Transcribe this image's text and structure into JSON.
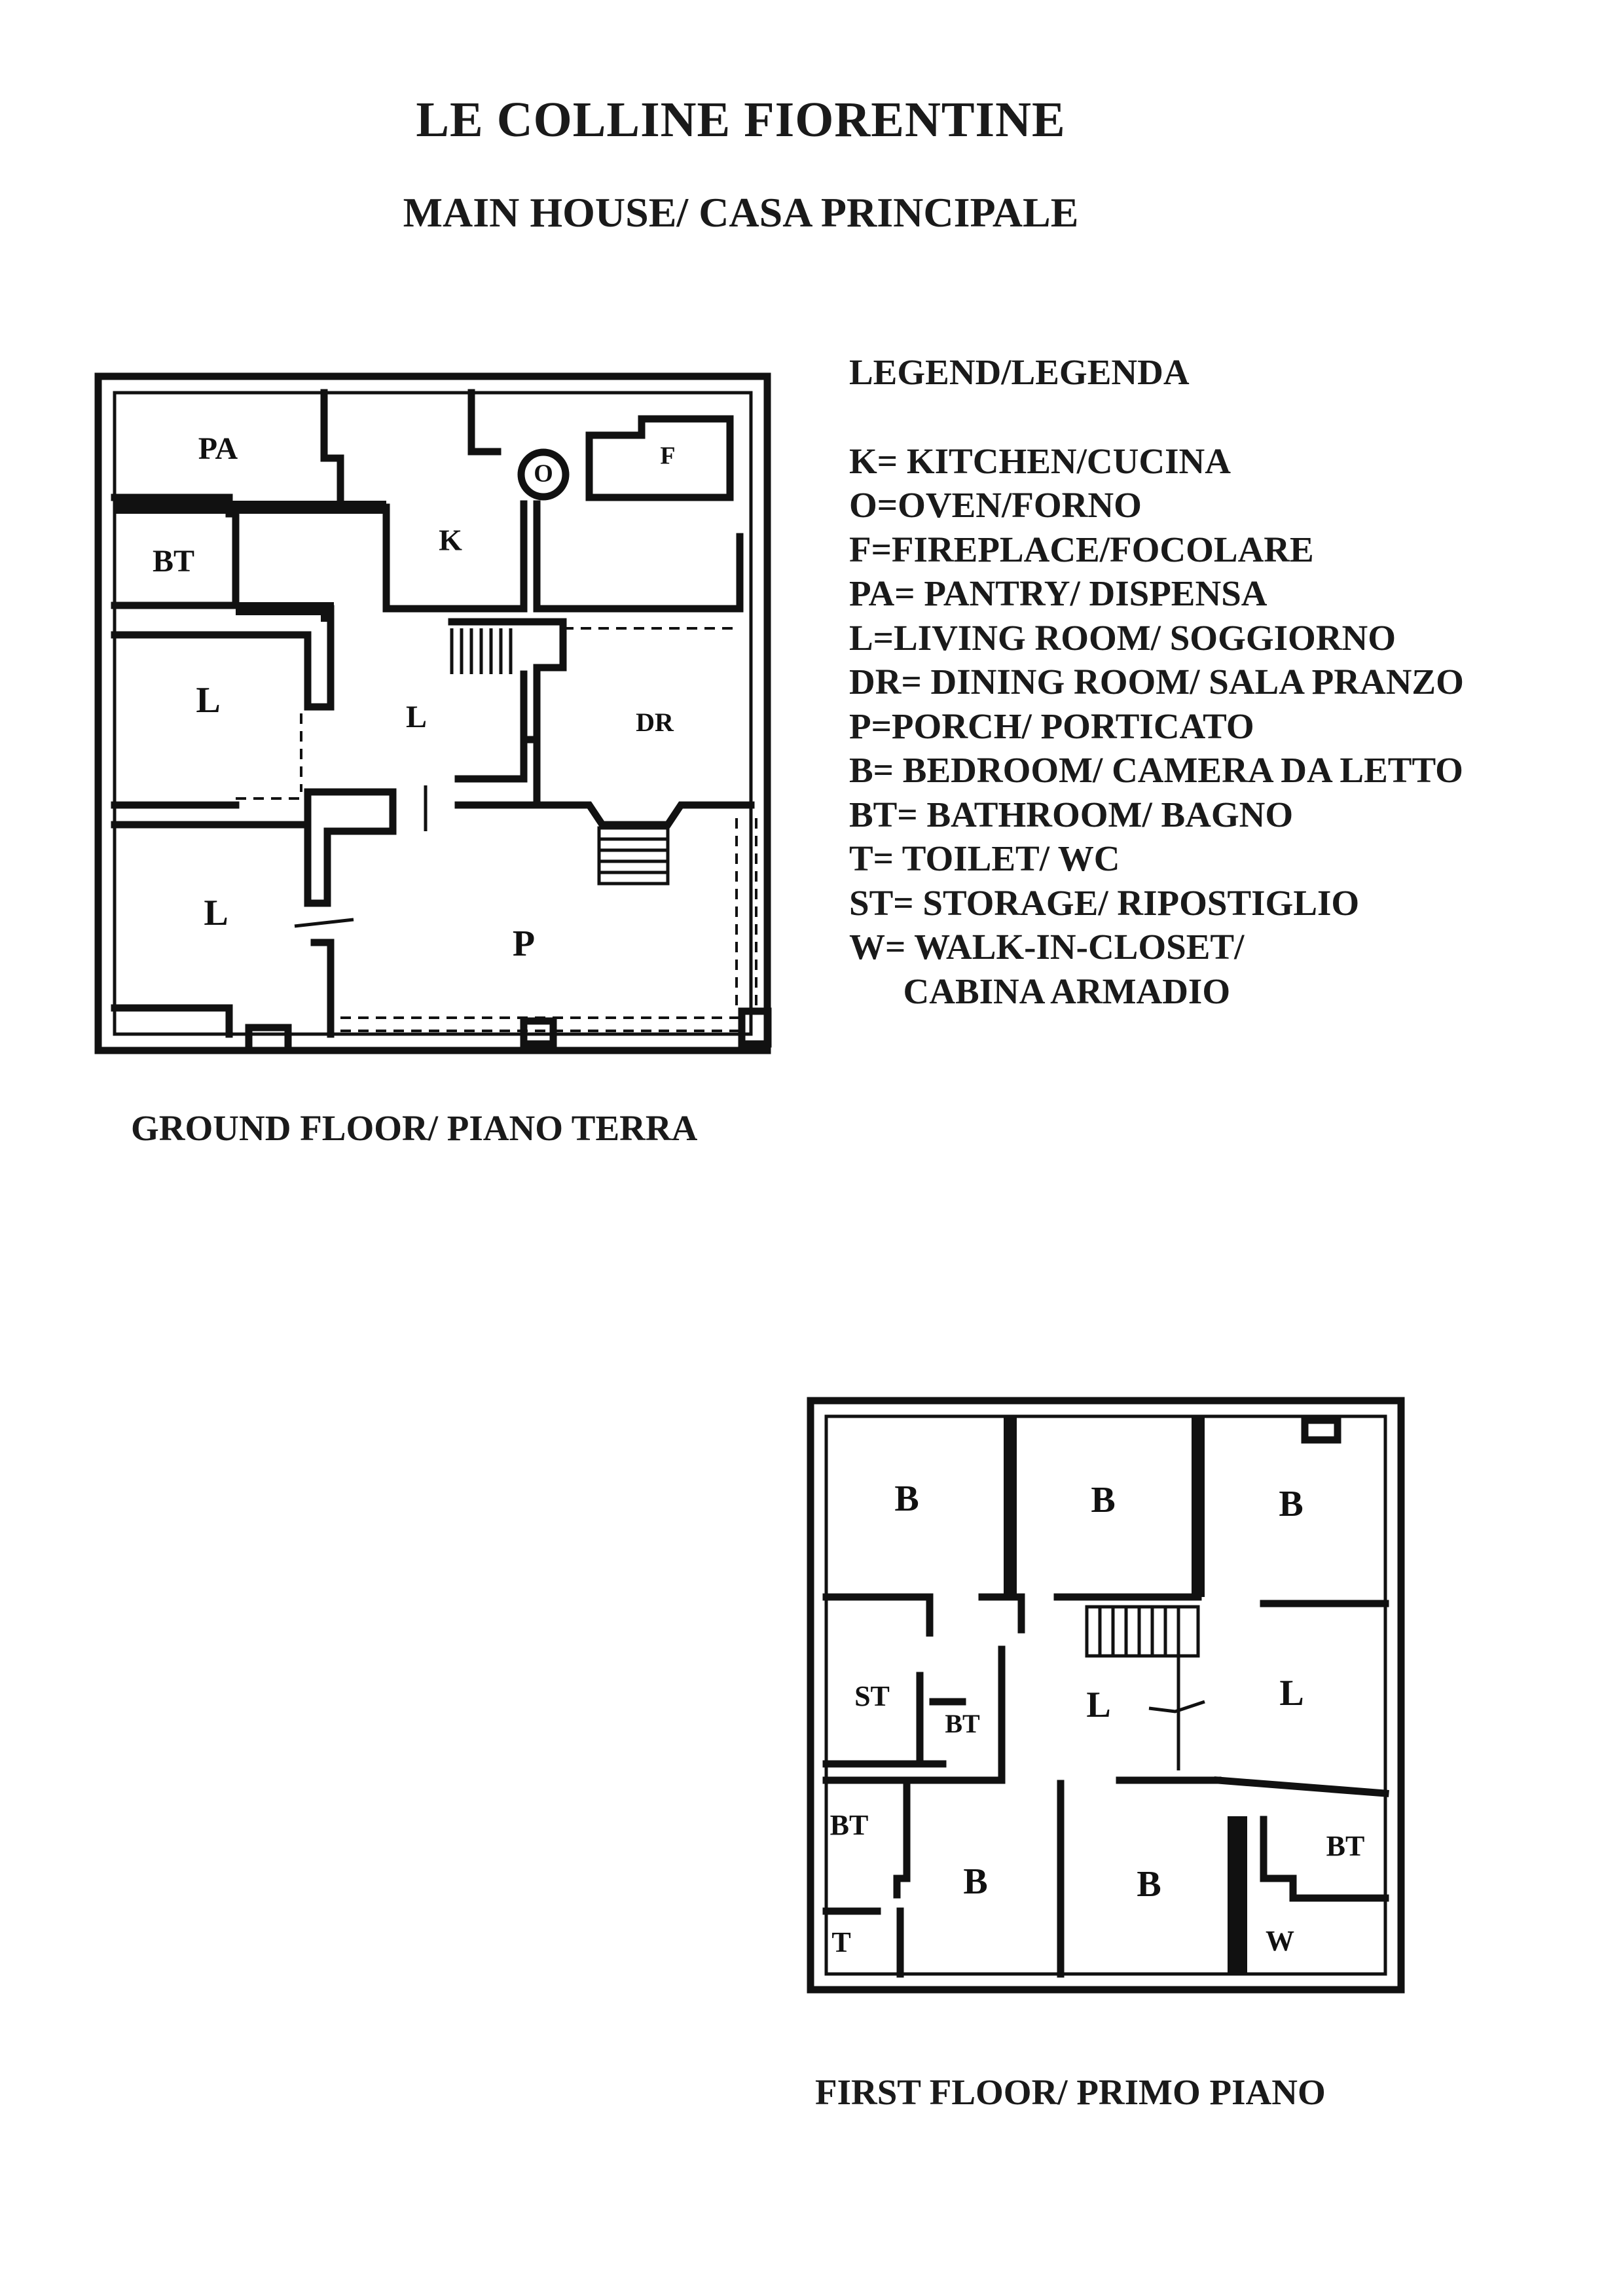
{
  "header": {
    "title": "LE COLLINE FIORENTINE",
    "subtitle": "MAIN HOUSE/ CASA PRINCIPALE"
  },
  "legend": {
    "heading": "LEGEND/LEGENDA",
    "items": [
      "K= KITCHEN/CUCINA",
      "O=OVEN/FORNO",
      "F=FIREPLACE/FOCOLARE",
      "PA= PANTRY/ DISPENSA",
      "L=LIVING ROOM/ SOGGIORNO",
      "DR= DINING ROOM/ SALA PRANZO",
      "P=PORCH/ PORTICATO",
      "B= BEDROOM/ CAMERA DA LETTO",
      "BT= BATHROOM/ BAGNO",
      "T= TOILET/ WC",
      "ST= STORAGE/ RIPOSTIGLIO",
      "W= WALK-IN-CLOSET/",
      "      CABINA ARMADIO"
    ]
  },
  "ground_floor": {
    "caption": "GROUND FLOOR/ PIANO TERRA",
    "rooms": [
      "PA",
      "O",
      "F",
      "BT",
      "K",
      "L",
      "L",
      "DR",
      "L",
      "P"
    ]
  },
  "first_floor": {
    "caption": "FIRST FLOOR/ PRIMO PIANO",
    "rooms": [
      "B",
      "B",
      "B",
      "ST",
      "BT",
      "L",
      "L",
      "BT",
      "B",
      "B",
      "BT",
      "T",
      "W"
    ]
  }
}
